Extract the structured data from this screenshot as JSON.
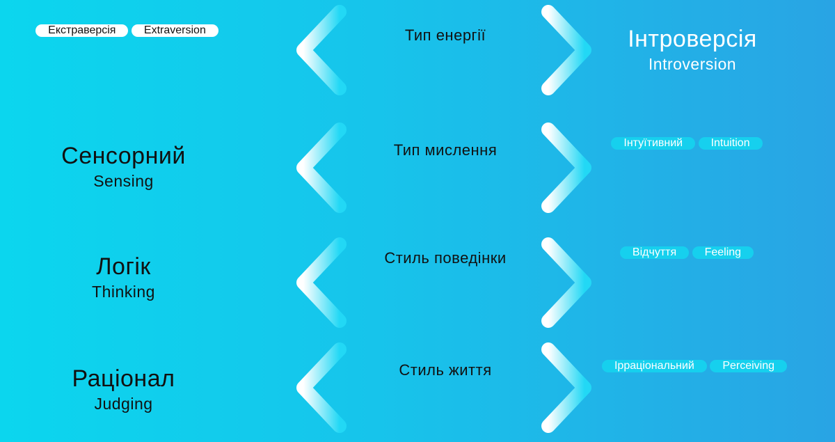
{
  "rows": [
    {
      "left": {
        "main": "Екстраверсія",
        "sub": "Extraversion",
        "style": "pill-white"
      },
      "middle": "Тип енергії",
      "right": {
        "main": "Інтроверсія",
        "sub": "Introversion",
        "style": "light"
      }
    },
    {
      "left": {
        "main": "Сенсорний",
        "sub": "Sensing",
        "style": "dark"
      },
      "middle": "Тип мислення",
      "right": {
        "main": "Інтуїтивний",
        "sub": "Intuition",
        "style": "pill-cyan"
      }
    },
    {
      "left": {
        "main": "Логік",
        "sub": "Thinking",
        "style": "dark"
      },
      "middle": "Стиль поведінки",
      "right": {
        "main": "Відчуття",
        "sub": "Feeling",
        "style": "pill-cyan"
      }
    },
    {
      "left": {
        "main": "Раціонал",
        "sub": "Judging",
        "style": "dark"
      },
      "middle": "Стиль життя",
      "right": {
        "main": "Ірраціональний",
        "sub": "Perceiving",
        "style": "pill-cyan"
      }
    }
  ],
  "colors": {
    "background_start": "#0bd6ee",
    "background_end": "#29a4e4",
    "arrow_light": "#ffffff",
    "arrow_end": "#22d8f5",
    "pill_white": "#ffffff",
    "pill_cyan": "#16d0ee",
    "text_dark": "#111111",
    "text_light": "#ffffff"
  },
  "icons": {
    "connector": "double-headed-arrow-icon"
  }
}
